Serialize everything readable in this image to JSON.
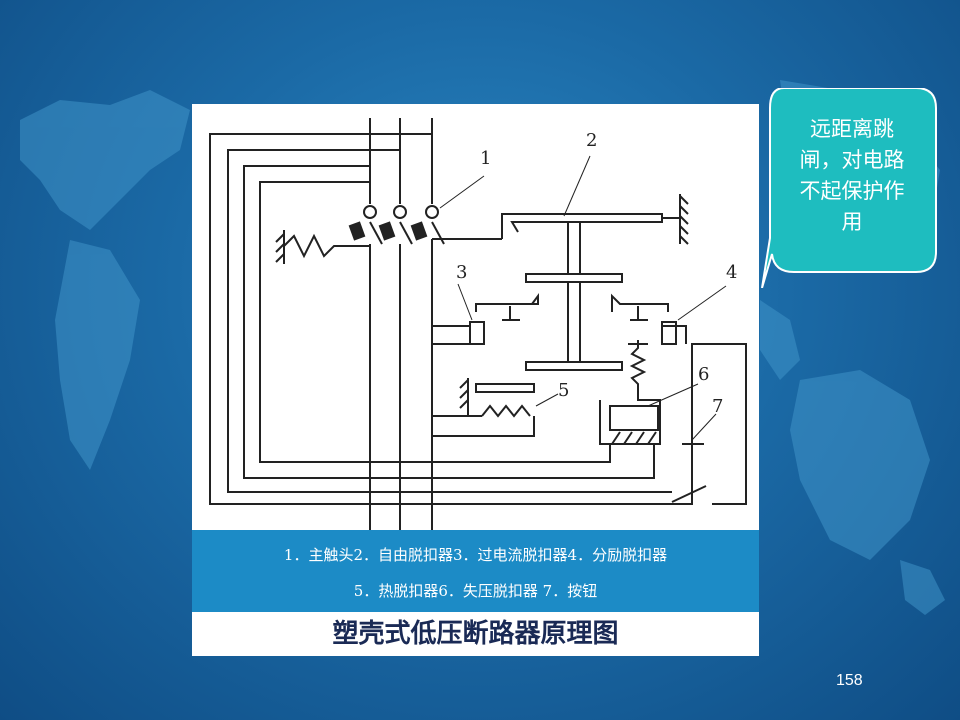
{
  "slide": {
    "title": "塑壳式低压断路器原理图",
    "legend_line1": "1．主触头2．自由脱扣器3．过电流脱扣器4．分励脱扣器",
    "legend_line2": "5．热脱扣器6．失压脱扣器 7．按钮",
    "callout_text": "远距离跳闸，对电路不起保护作用",
    "page_number": "158"
  },
  "diagram": {
    "labels": [
      "1",
      "2",
      "3",
      "4",
      "5",
      "6",
      "7"
    ]
  },
  "colors": {
    "background": "#1b6aa6",
    "legend_bg": "#1c8bc6",
    "callout_bg": "#1ebdbf",
    "title_color": "#1a2a55"
  }
}
